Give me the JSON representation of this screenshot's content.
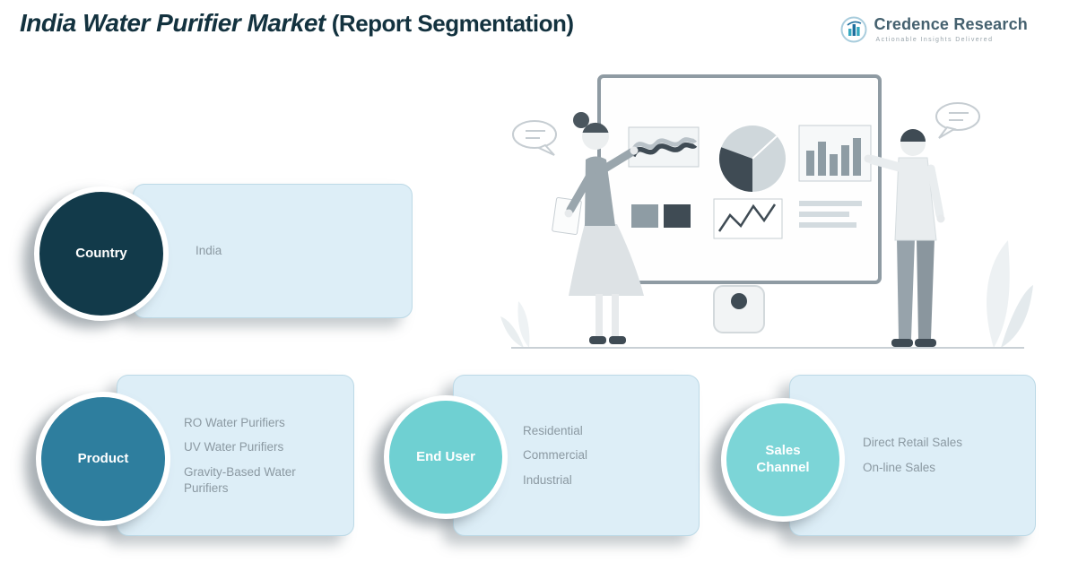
{
  "header": {
    "title": "India Water Purifier Market",
    "title_suffix": "(Report Segmentation)"
  },
  "logo": {
    "brand": "Credence Research",
    "tagline": "Actionable Insights Delivered",
    "icon": "bar-chart-logo-icon"
  },
  "segments": {
    "country": {
      "label": "Country",
      "items": [
        "India"
      ],
      "circle_color": "#123a4a"
    },
    "product": {
      "label": "Product",
      "items": [
        "RO Water Purifiers",
        "UV Water Purifiers",
        "Gravity-Based Water Purifiers"
      ],
      "circle_color": "#2e7e9e"
    },
    "end_user": {
      "label": "End User",
      "items": [
        "Residential",
        "Commercial",
        "Industrial"
      ],
      "circle_color": "#6fd0d2"
    },
    "sales_channel": {
      "label": "Sales Channel",
      "items": [
        "Direct Retail Sales",
        "On-line Sales"
      ],
      "circle_color": "#7cd5d7"
    }
  },
  "colors": {
    "title_text": "#13323f",
    "card_background": "#ddeef7",
    "card_border": "#bcd9e6",
    "item_text": "#8b99a2",
    "brand_text": "#45616f"
  }
}
